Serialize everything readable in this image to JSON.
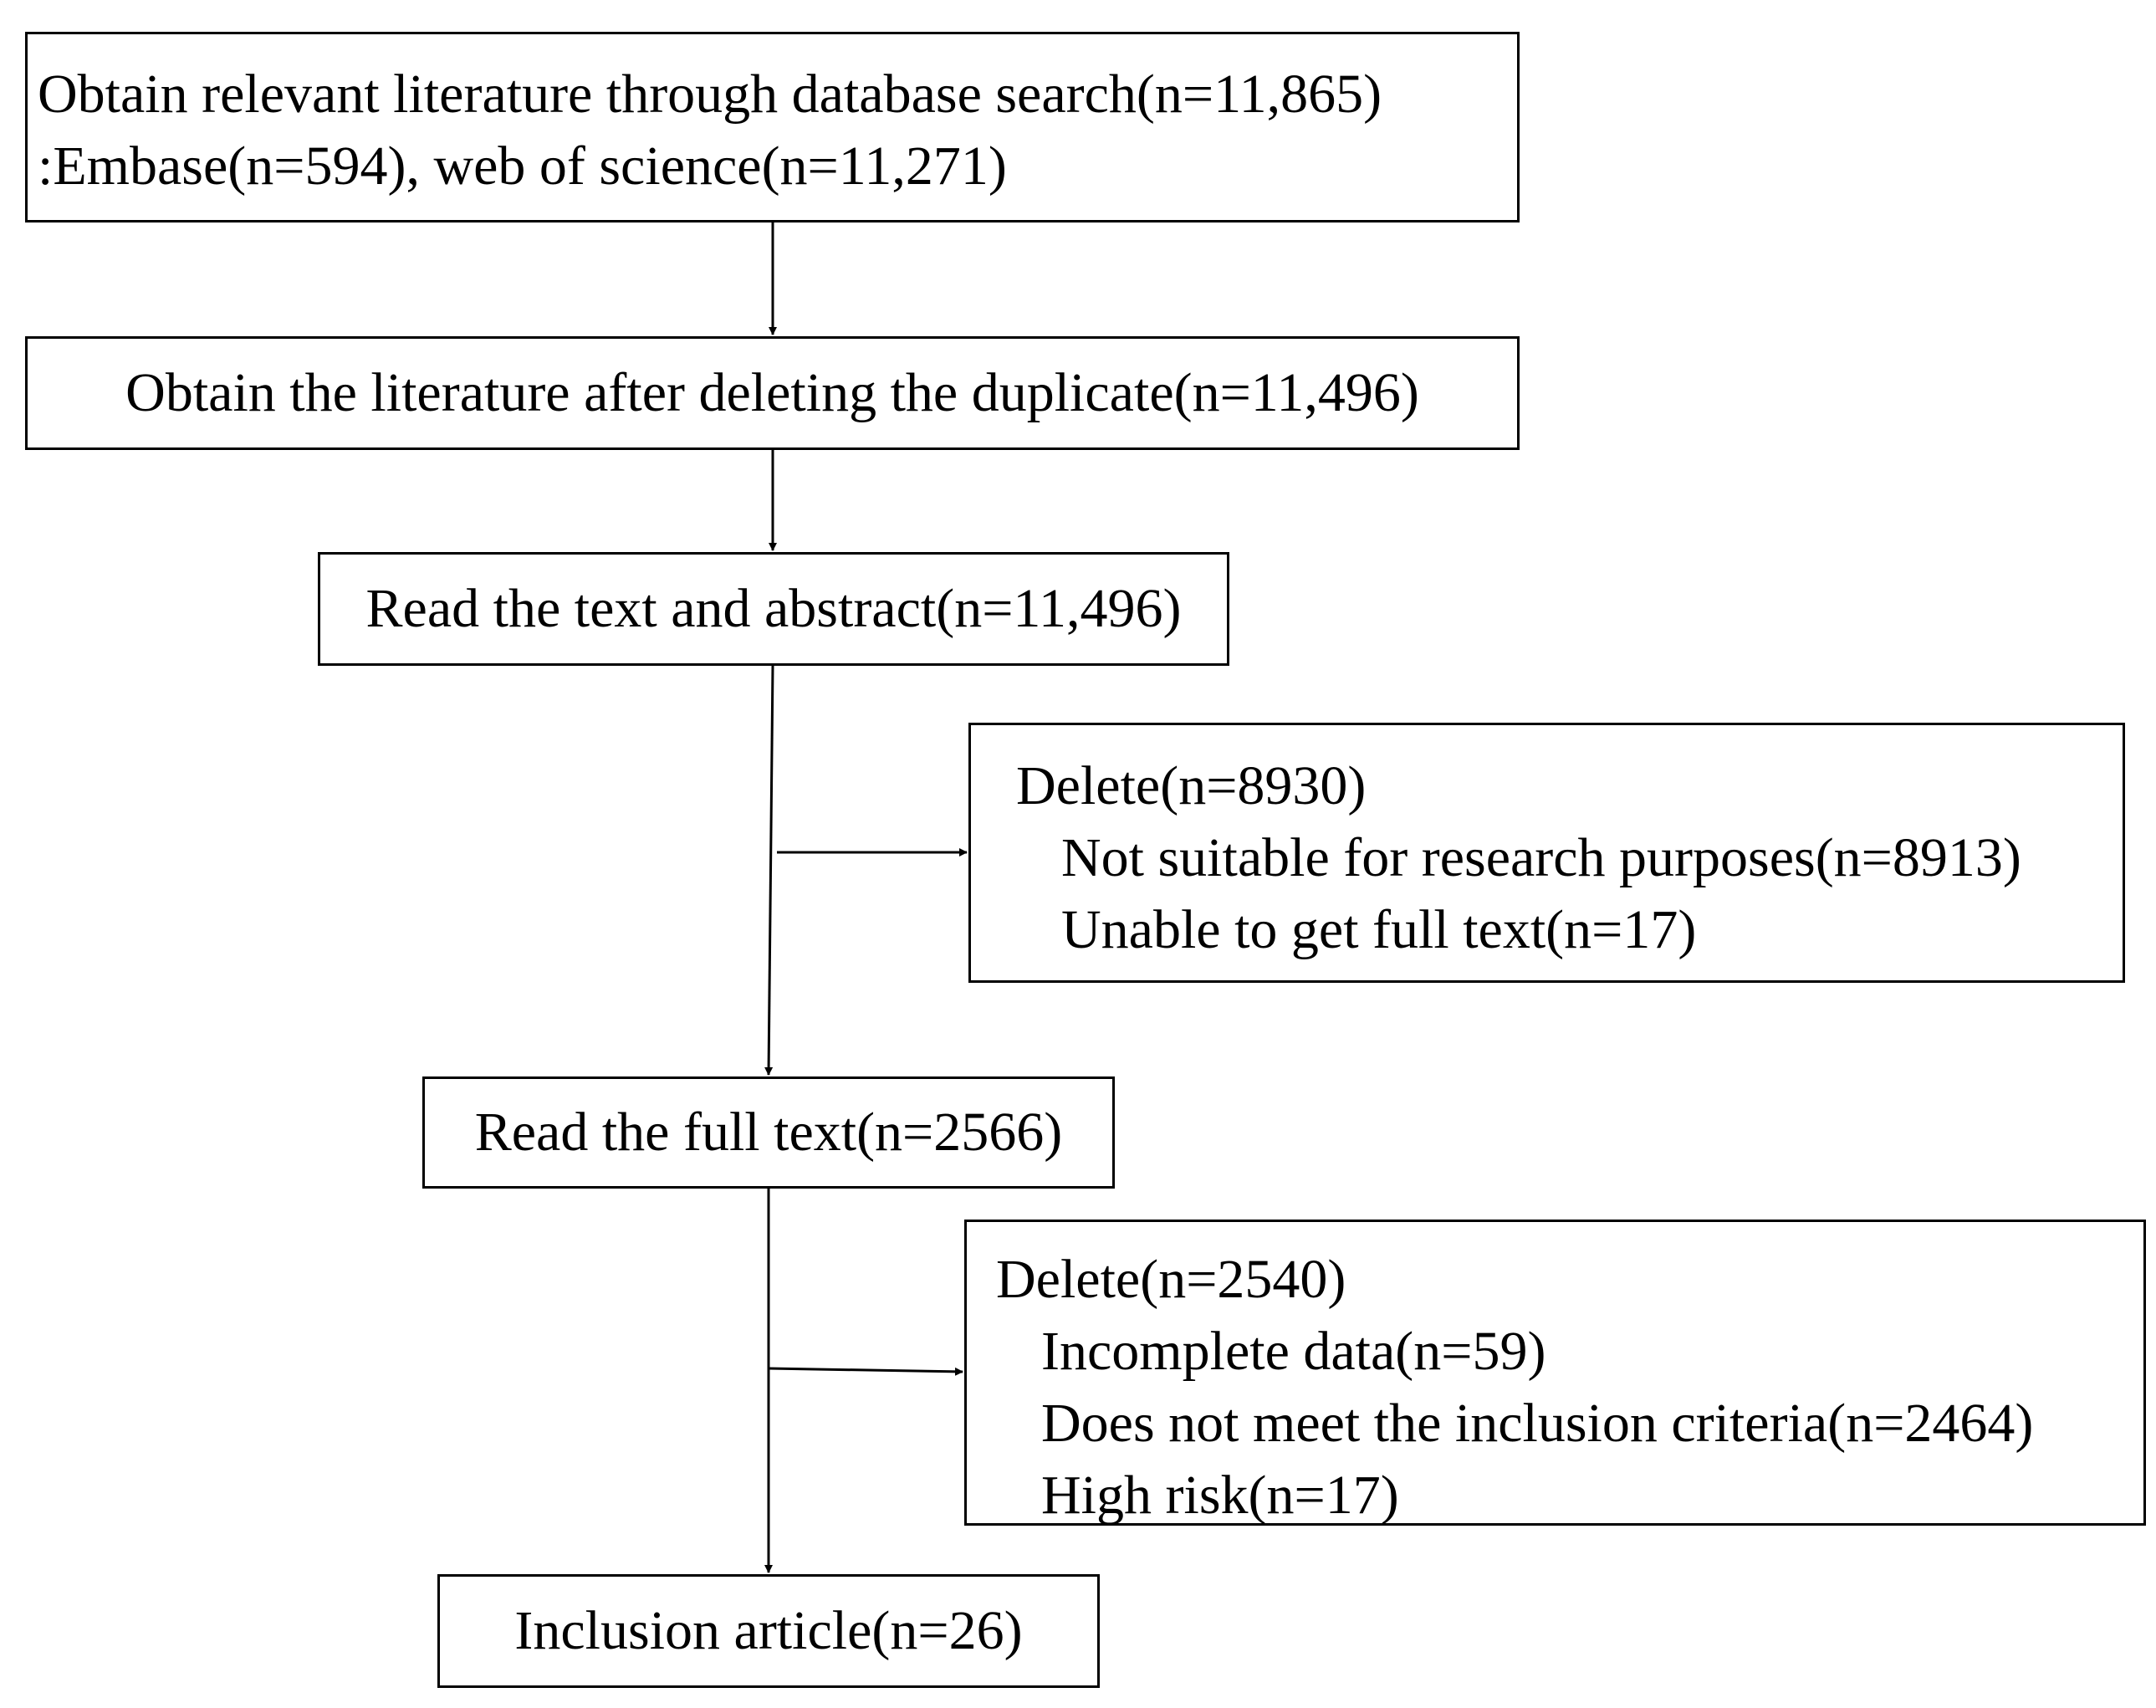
{
  "flowchart": {
    "search": {
      "line1": "Obtain relevant literature through database search(n=11,865)",
      "line2": ":Embase(n=594), web of science(n=11,271)"
    },
    "dedup": {
      "label": "Obtain the literature after deleting the duplicate(n=11,496)"
    },
    "abstract_screen": {
      "label": "Read the text and abstract(n=11,496)"
    },
    "exclusion_1": {
      "title": "Delete(n=8930)",
      "reasons": [
        "Not suitable for research purposes(n=8913)",
        "Unable to get full text(n=17)"
      ]
    },
    "fulltext_screen": {
      "label": "Read the full text(n=2566)"
    },
    "exclusion_2": {
      "title": "Delete(n=2540)",
      "reasons": [
        "Incomplete data(n=59)",
        "Does not meet the inclusion criteria(n=2464)",
        "High risk(n=17)"
      ]
    },
    "inclusion": {
      "label": "Inclusion article(n=26)"
    }
  }
}
